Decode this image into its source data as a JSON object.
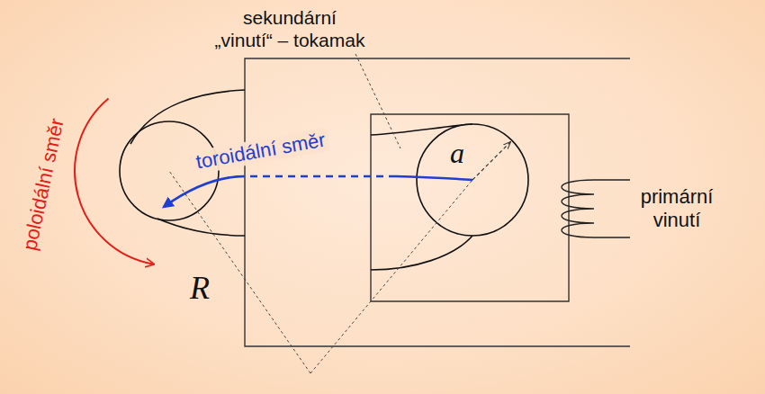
{
  "diagram": {
    "labels": [
      "sekundární „vinutí“ – tokamak",
      "toroidální směr",
      "poloidální směr",
      "a",
      "R",
      "primární vinutí"
    ]
  }
}
